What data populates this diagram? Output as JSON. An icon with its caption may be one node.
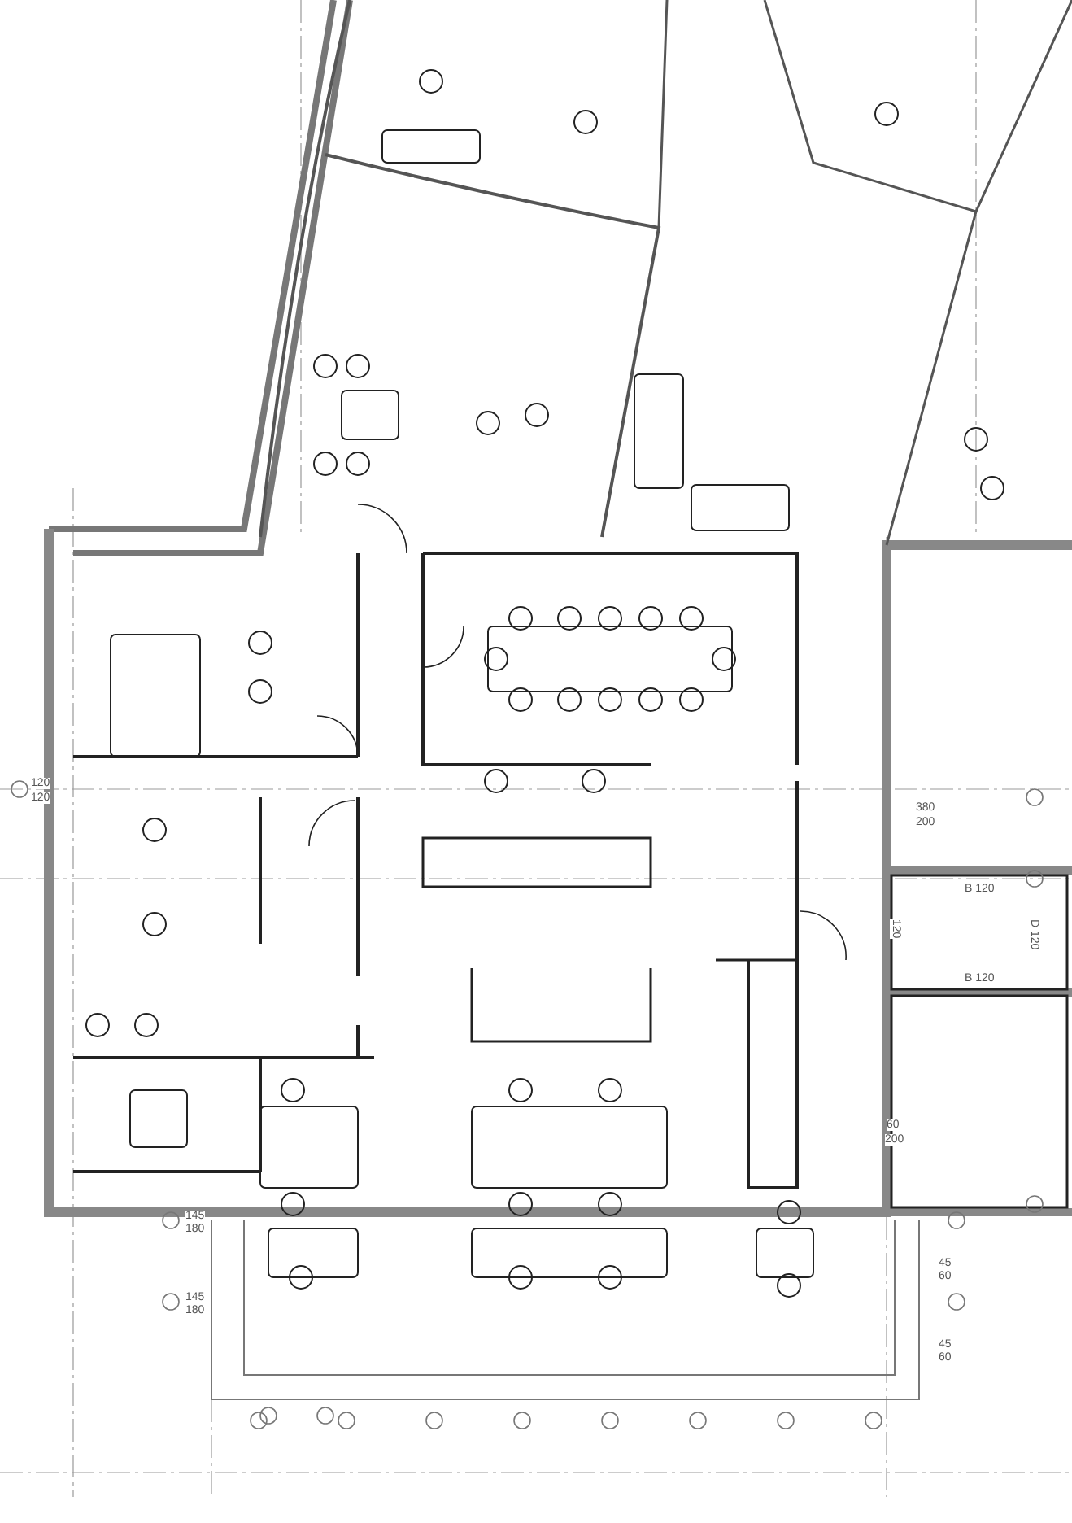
{
  "diagram": {
    "labels": [
      "120",
      "120",
      "380",
      "200",
      "B 120",
      "D 120",
      "120",
      "B 120",
      "60",
      "200",
      "145",
      "180",
      "145",
      "180",
      "45",
      "60",
      "45",
      "60"
    ]
  }
}
